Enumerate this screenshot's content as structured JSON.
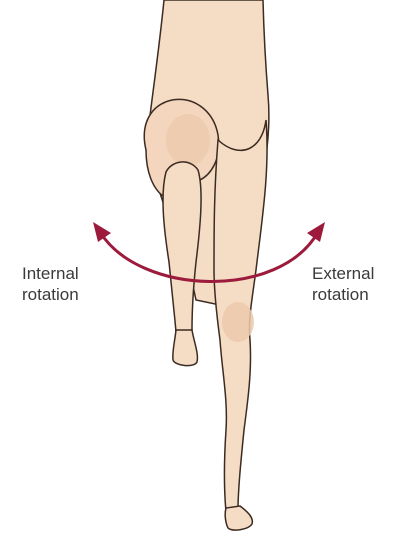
{
  "labels": {
    "internal": {
      "line1": "Internal",
      "line2": "rotation"
    },
    "external": {
      "line1": "External",
      "line2": "rotation"
    }
  },
  "colors": {
    "skin": "#f5dcc4",
    "skin_shadow": "#e8c4a6",
    "outline": "#3b2b22",
    "arrow": "#9c1b3c",
    "text": "#3a3a3a"
  }
}
